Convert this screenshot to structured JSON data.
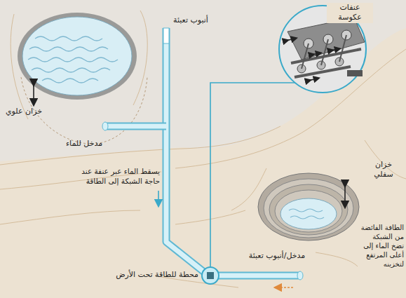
{
  "diagram": {
    "labels": [
      "أنبوب تعبئة",
      "عنفات عكوسة",
      "خزان علوي",
      "مدخل للماء",
      "خزان سفلي",
      "يسقط الماء عبر عنفة عند حاجة الشبكة إلى الطاقة",
      "الطاقة الفائضة من الشبكة تضخ الماء إلى أعلى المرتفع لتخزينه",
      "مدخل/أنبوب تعبئة",
      "محطة للطاقة تحت الأرض"
    ]
  }
}
